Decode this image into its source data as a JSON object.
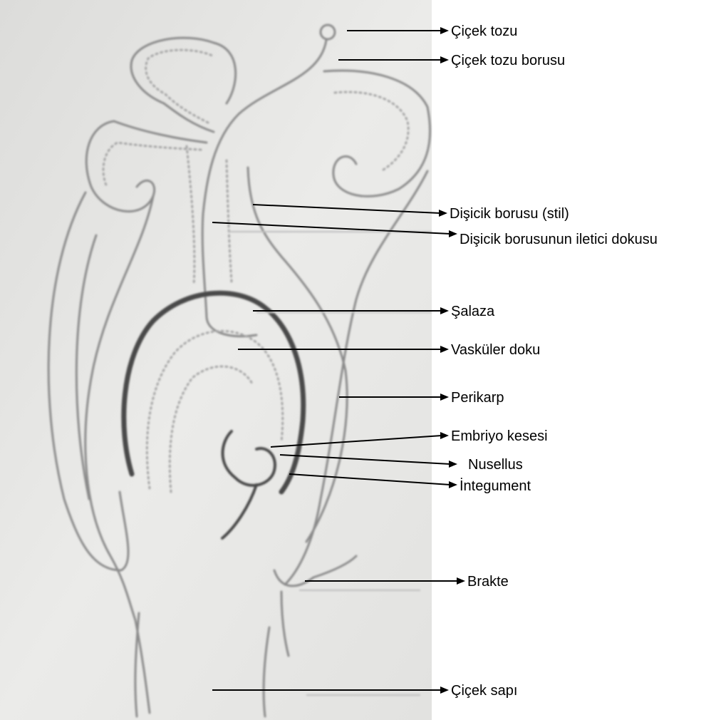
{
  "labels": {
    "cicek_tozu": "Çiçek tozu",
    "cicek_tozu_borusu": "Çiçek tozu borusu",
    "disicik_borusu": "Dişicik borusu (stil)",
    "disicik_iletici_doku": "Dişicik borusunun iletici dokusu",
    "salaza": "Şalaza",
    "vaskuler_doku": "Vasküler doku",
    "perikarp": "Perikarp",
    "embriyo_kesesi": "Embriyo kesesi",
    "nusellus": "Nusellus",
    "integument": "İntegument",
    "brakte": "Brakte",
    "cicek_sapi": "Çiçek sapı"
  },
  "colors": {
    "photo_background": "#e9e9e7",
    "drawing_line": "#8a8a8a",
    "dark_structure": "#4a4a4a",
    "label_text": "#000000"
  }
}
